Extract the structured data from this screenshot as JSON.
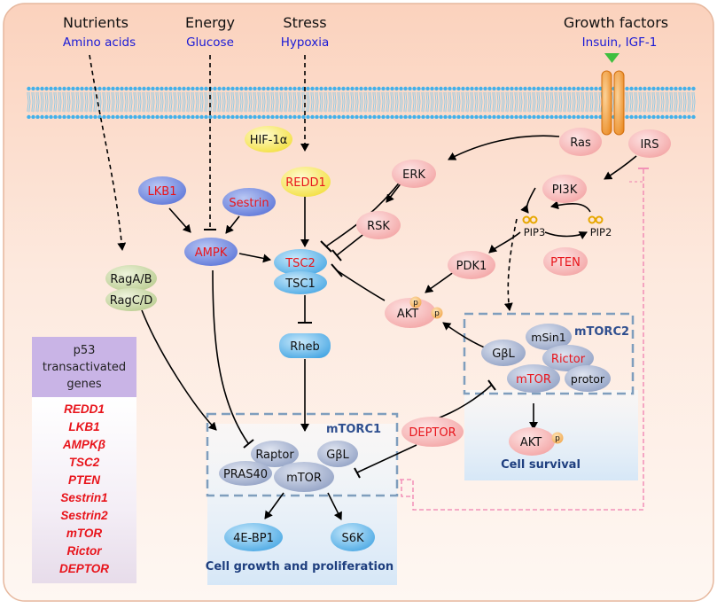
{
  "inputs": {
    "nutrients": {
      "title": "Nutrients",
      "sub": "Amino acids"
    },
    "energy": {
      "title": "Energy",
      "sub": "Glucose"
    },
    "stress": {
      "title": "Stress",
      "sub": "Hypoxia"
    },
    "growth": {
      "title": "Growth factors",
      "sub": "Insuin, IGF-1"
    }
  },
  "nodes": {
    "hif": "HIF-1α",
    "redd1": "REDD1",
    "lkb1": "LKB1",
    "sestrin": "Sestrin",
    "ampk": "AMPK",
    "tsc2": "TSC2",
    "tsc1": "TSC1",
    "rheb": "Rheb",
    "raga": "RagA/B",
    "ragc": "RagC/D",
    "ras": "Ras",
    "irs": "IRS",
    "erk": "ERK",
    "rsk": "RSK",
    "pi3k": "PI3K",
    "pip3": "PIP3",
    "pip2": "PIP2",
    "pten": "PTEN",
    "pdk1": "PDK1",
    "akt": "AKT",
    "p": "p",
    "deptor": "DEPTOR",
    "akt2": "AKT",
    "eb": "4E-BP1",
    "s6k": "S6K"
  },
  "mtorc1": {
    "label": "mTORC1",
    "raptor": "Raptor",
    "gbl": "GβL",
    "pras40": "PRAS40",
    "mtor": "mTOR",
    "outcome": "Cell growth and proliferation"
  },
  "mtorc2": {
    "label": "mTORC2",
    "msin1": "mSin1",
    "gbl": "GβL",
    "rictor": "Rictor",
    "mtor": "mTOR",
    "protor": "protor",
    "outcome": "Cell survival"
  },
  "p53": {
    "line1": "p53",
    "line2": "transactivated",
    "line3": "genes",
    "genes": [
      "REDD1",
      "LKB1",
      "AMPKβ",
      "TSC2",
      "PTEN",
      "Sestrin1",
      "Sestrin2",
      "mTOR",
      "Rictor",
      "DEPTOR"
    ]
  },
  "colors": {
    "red_text": "#e8141b",
    "blue_text": "#1a1ad6",
    "complex_label": "#2f4f8f",
    "background_top": "#fbd5c0",
    "background_bottom": "#fef6f1"
  }
}
